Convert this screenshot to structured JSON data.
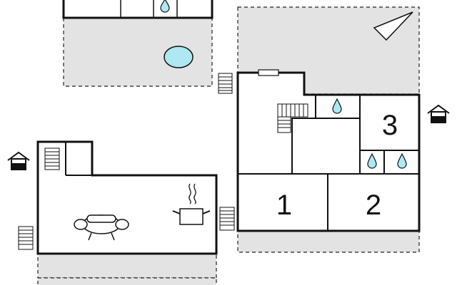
{
  "rooms": {
    "bedroom_1": {
      "number": "1"
    },
    "bedroom_2": {
      "number": "2"
    },
    "bedroom_3": {
      "number": "3"
    }
  },
  "legend": {
    "fill_color": "#e3e3e3",
    "wall_color": "#111111",
    "water_color": "#aee8f2"
  },
  "icons": [
    "north-arrow-icon",
    "pool-icon",
    "entrance-house-icon",
    "stairs-icon",
    "bathroom-drop-icon",
    "kitchen-pot-icon",
    "sofa-icon"
  ]
}
